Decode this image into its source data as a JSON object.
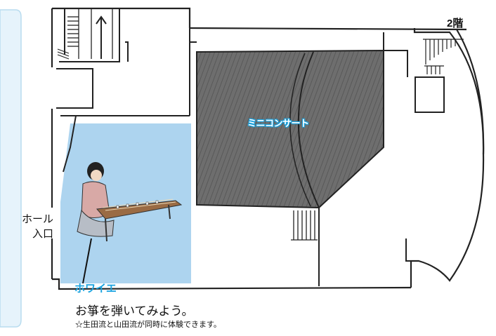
{
  "floor_label": "2階",
  "areas": {
    "mini_concert": {
      "label": "ミニコンサート"
    },
    "hall_entrance": {
      "line1": "ホール",
      "line2": "入口"
    },
    "foyer": {
      "label": "ホワイエ",
      "caption": "お箏を弾いてみよう。",
      "note": "☆生田流と山田流が同時に体験できます。"
    }
  },
  "colors": {
    "foyer_fill": "#a9d2ee",
    "concert_fill": "#6e6e6e",
    "accent_label": "#1aa3e0",
    "side_panel": "#e6f3fb"
  },
  "icons": [
    "koto-player-illustration",
    "stairs-up-arrow-icon"
  ]
}
